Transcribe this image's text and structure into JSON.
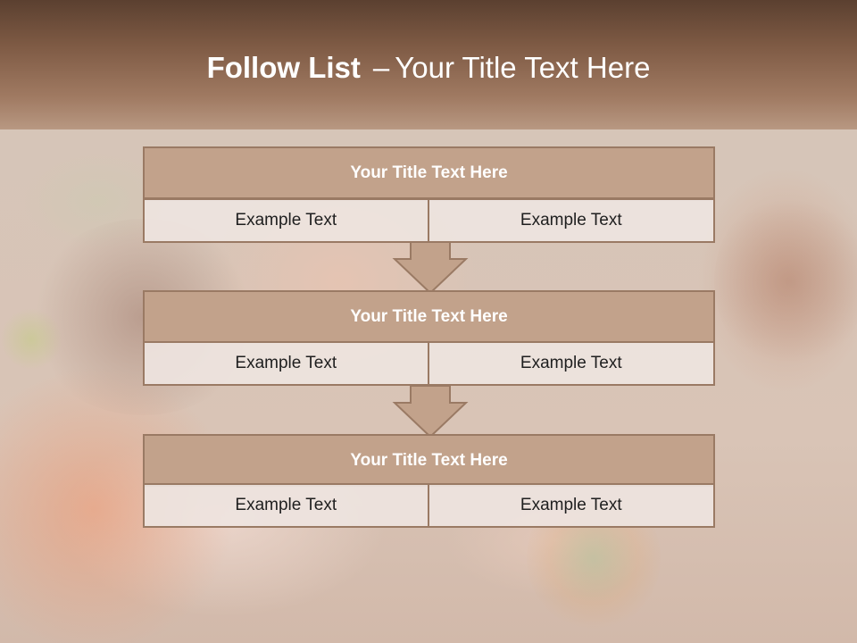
{
  "slide": {
    "title_bold": "Follow List",
    "title_separator": "–",
    "title_rest": "Your Title Text Here"
  },
  "blocks": [
    {
      "heading": "Your Title Text Here",
      "cells": [
        "Example Text",
        "Example Text"
      ]
    },
    {
      "heading": "Your Title Text Here",
      "cells": [
        "Example Text",
        "Example Text"
      ]
    },
    {
      "heading": "Your Title Text Here",
      "cells": [
        "Example Text",
        "Example Text"
      ]
    }
  ],
  "colors": {
    "header_dark": "#5b4030",
    "header_light": "#b89882",
    "block_fill": "#c2a28b",
    "block_border": "#9a7a64",
    "cell_fill": "#eee4e0"
  },
  "icons": {
    "connector": "down-arrow-icon"
  }
}
